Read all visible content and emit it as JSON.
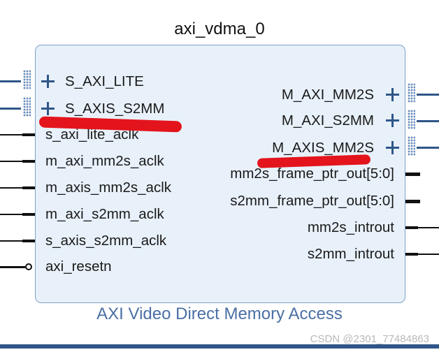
{
  "block": {
    "instance_name": "axi_vdma_0",
    "description": "AXI Video Direct Memory Access"
  },
  "left_ports": [
    {
      "name": "S_AXI_LITE"
    },
    {
      "name": "S_AXIS_S2MM"
    },
    {
      "name": "s_axi_lite_aclk"
    },
    {
      "name": "m_axi_mm2s_aclk"
    },
    {
      "name": "m_axis_mm2s_aclk"
    },
    {
      "name": "m_axi_s2mm_aclk"
    },
    {
      "name": "s_axis_s2mm_aclk"
    },
    {
      "name": "axi_resetn"
    }
  ],
  "right_ports": [
    {
      "name": "M_AXI_MM2S"
    },
    {
      "name": "M_AXI_S2MM"
    },
    {
      "name": "M_AXIS_MM2S"
    },
    {
      "name": "mm2s_frame_ptr_out[5:0]"
    },
    {
      "name": "s2mm_frame_ptr_out[5:0]"
    },
    {
      "name": "mm2s_introut"
    },
    {
      "name": "s2mm_introut"
    }
  ],
  "watermark": "CSDN @2301_77484863",
  "colors": {
    "block_fill": "#e8f1fa",
    "block_border": "#7fa0c6",
    "wire_blue": "#2f5689",
    "annotation_red": "#e3141c"
  }
}
